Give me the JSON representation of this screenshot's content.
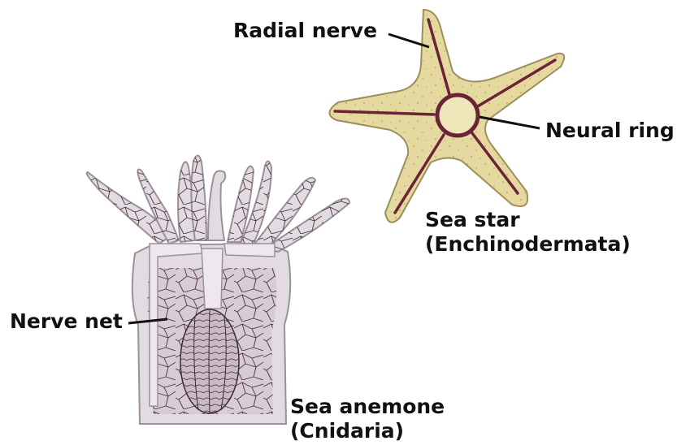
{
  "labels": {
    "radial_nerve": "Radial nerve",
    "neural_ring": "Neural ring",
    "sea_star_line1": "Sea star",
    "sea_star_line2": "(Enchinodermata)",
    "nerve_net": "Nerve net",
    "sea_anemone_line1": "Sea  anemone",
    "sea_anemone_line2": "(Cnidaria)"
  },
  "colors": {
    "background": "#ffffff",
    "star_fill": "#e6d9a0",
    "star_outline": "#9c8f5a",
    "star_speckle": "#b0a06a",
    "nerve": "#6b2436",
    "nerve_ring_fill": "#eee5b8",
    "anemone_body": "#e2dbe2",
    "anemone_outline": "#9a9199",
    "nerve_net": "#4a3340",
    "anemone_tissue": "#d7cbd5",
    "leader_line": "#111111",
    "text": "#111111"
  }
}
